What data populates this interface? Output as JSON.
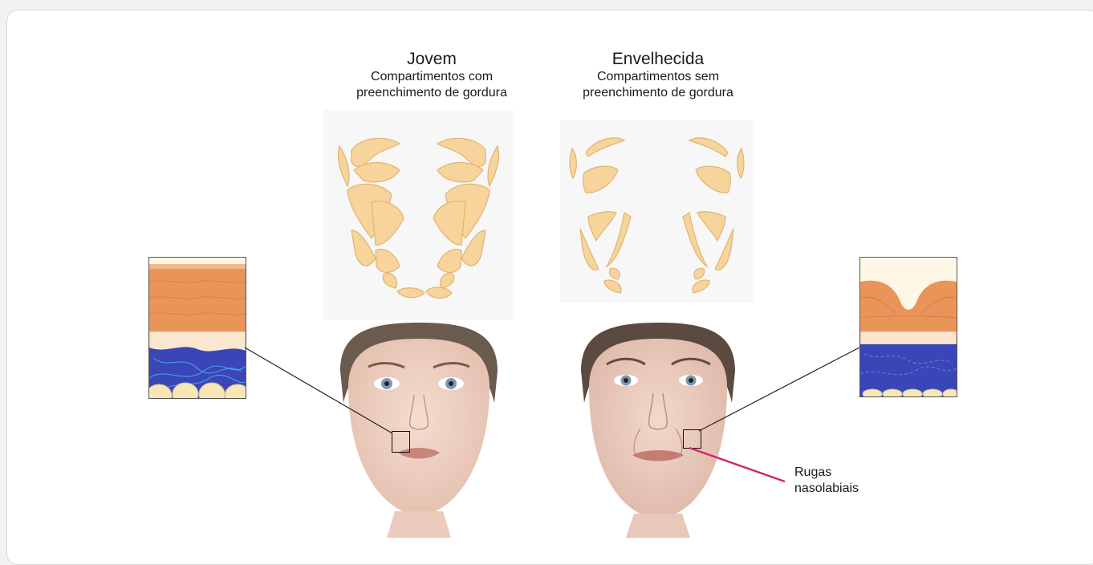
{
  "young": {
    "title": "Jovem",
    "subtitle_line1": "Compartimentos com",
    "subtitle_line2": "preenchimento de gordura"
  },
  "aged": {
    "title": "Envelhecida",
    "subtitle_line1": "Compartimentos sem",
    "subtitle_line2": "preenchimento de gordura"
  },
  "annotation": {
    "line1": "Rugas",
    "line2": "nasolabiais"
  },
  "colors": {
    "fat": "#f6d49c",
    "fat_stroke": "#e2b36f",
    "epidermis": "#e9955a",
    "dermis": "#3a46b8",
    "fibers": "#4fb0e8",
    "annotation_line": "#d6256e",
    "connector": "#222222"
  }
}
